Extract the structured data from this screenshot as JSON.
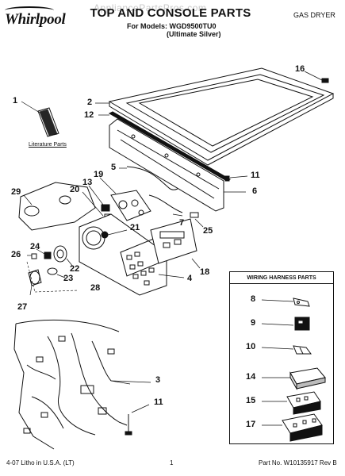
{
  "header": {
    "watermark": "AppliancePartsPros.com",
    "title": "TOP AND CONSOLE PARTS",
    "models_line": "For Models: WGD9500TU0",
    "models_sub": "(Ultimate Silver)",
    "product_type": "GAS DRYER",
    "brand": "Whirlpool"
  },
  "labels": {
    "literature_parts": "Literature Parts"
  },
  "callouts": {
    "c1": "1",
    "c2": "2",
    "c12": "12",
    "c16": "16",
    "c5": "5",
    "c11a": "11",
    "c6": "6",
    "c19": "19",
    "c13": "13",
    "c20": "20",
    "c29": "29",
    "c7": "7",
    "c25": "25",
    "c21": "21",
    "c18": "18",
    "c24": "24",
    "c26": "26",
    "c22": "22",
    "c23": "23",
    "c4": "4",
    "c28": "28",
    "c27": "27",
    "c3": "3",
    "c11b": "11"
  },
  "wiring_harness": {
    "title": "WIRING HARNESS PARTS",
    "items": [
      "8",
      "9",
      "10",
      "14",
      "15",
      "17"
    ]
  },
  "footer": {
    "left": "4-07 Litho in U.S.A. (LT)",
    "center": "1",
    "right": "Part No. W10135917 Rev B"
  }
}
